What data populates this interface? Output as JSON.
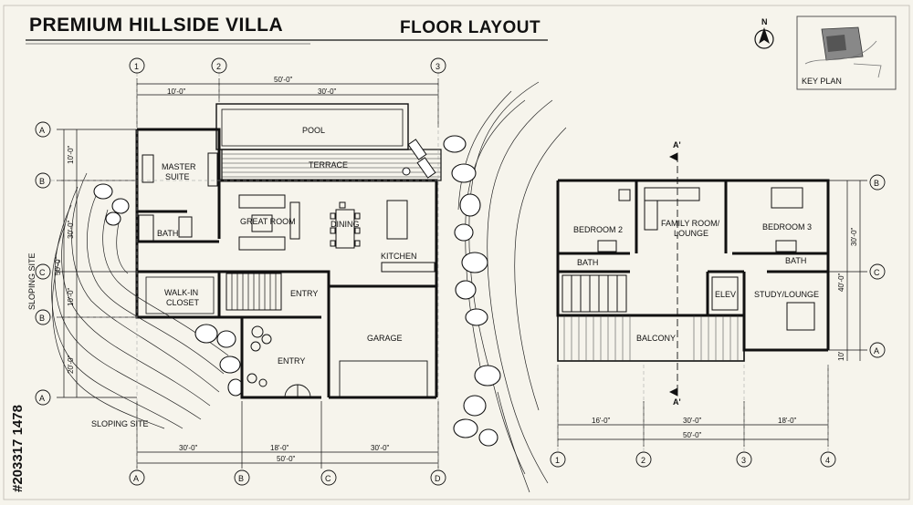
{
  "title": "PREMIUM HILLSIDE VILLA",
  "subtitle": "FLOOR LAYOUT",
  "north": "N",
  "key_plan": "KEY PLAN",
  "ground_rooms": {
    "pool": "POOL",
    "terrace": "TERRACE",
    "master_l1": "MASTER",
    "master_l2": "SUITE",
    "great_room": "GREAT ROOM",
    "dining": "DINING",
    "kitchen": "KITCHEN",
    "bath": "BATH",
    "walkin_l1": "WALK-IN",
    "walkin_l2": "CLOSET",
    "entry_small": "ENTRY",
    "entry_large": "ENTRY",
    "garage": "GARAGE"
  },
  "upper_rooms": {
    "bedroom2": "BEDROOM 2",
    "family_l1": "FAMILY ROOM/",
    "family_l2": "LOUNGE",
    "bedroom3": "BEDROOM 3",
    "bath_left": "BATH",
    "bath_right": "BATH",
    "elev": "ELEV",
    "study": "STUDY/LOUNGE",
    "balcony": "BALCONY"
  },
  "section_marks": {
    "top": "A'",
    "bottom": "A'"
  },
  "sloping_site": "SLOPING SITE",
  "ground_dims": {
    "top_total": "50'-0\"",
    "top_left": "10'-0\"",
    "top_right": "30'-0\"",
    "bottom_a": "30'-0\"",
    "bottom_b": "18'-0\"",
    "bottom_c": "30'-0\"",
    "bottom_total": "50'-0\"",
    "left_1": "10'-0\"",
    "left_2": "30'-0\"",
    "left_3": "10'-0\"",
    "left_4": "20'-0\"",
    "left_total": "50'-0\""
  },
  "upper_dims": {
    "bottom_a": "16'-0\"",
    "bottom_b": "30'-0\"",
    "bottom_c": "18'-0\"",
    "bottom_total": "50'-0\"",
    "right_1": "30'-0\"",
    "right_total": "40'-0\"",
    "right_small": "10'"
  },
  "grid_ground_top": [
    "1",
    "2",
    "3"
  ],
  "grid_ground_left": [
    "A",
    "B",
    "C",
    "B",
    "A"
  ],
  "grid_ground_bottom": [
    "A",
    "B",
    "C",
    "D"
  ],
  "grid_upper_right": [
    "B",
    "C",
    "A"
  ],
  "grid_upper_bottom": [
    "1",
    "2",
    "3",
    "4"
  ],
  "watermark": "#203317 1478"
}
